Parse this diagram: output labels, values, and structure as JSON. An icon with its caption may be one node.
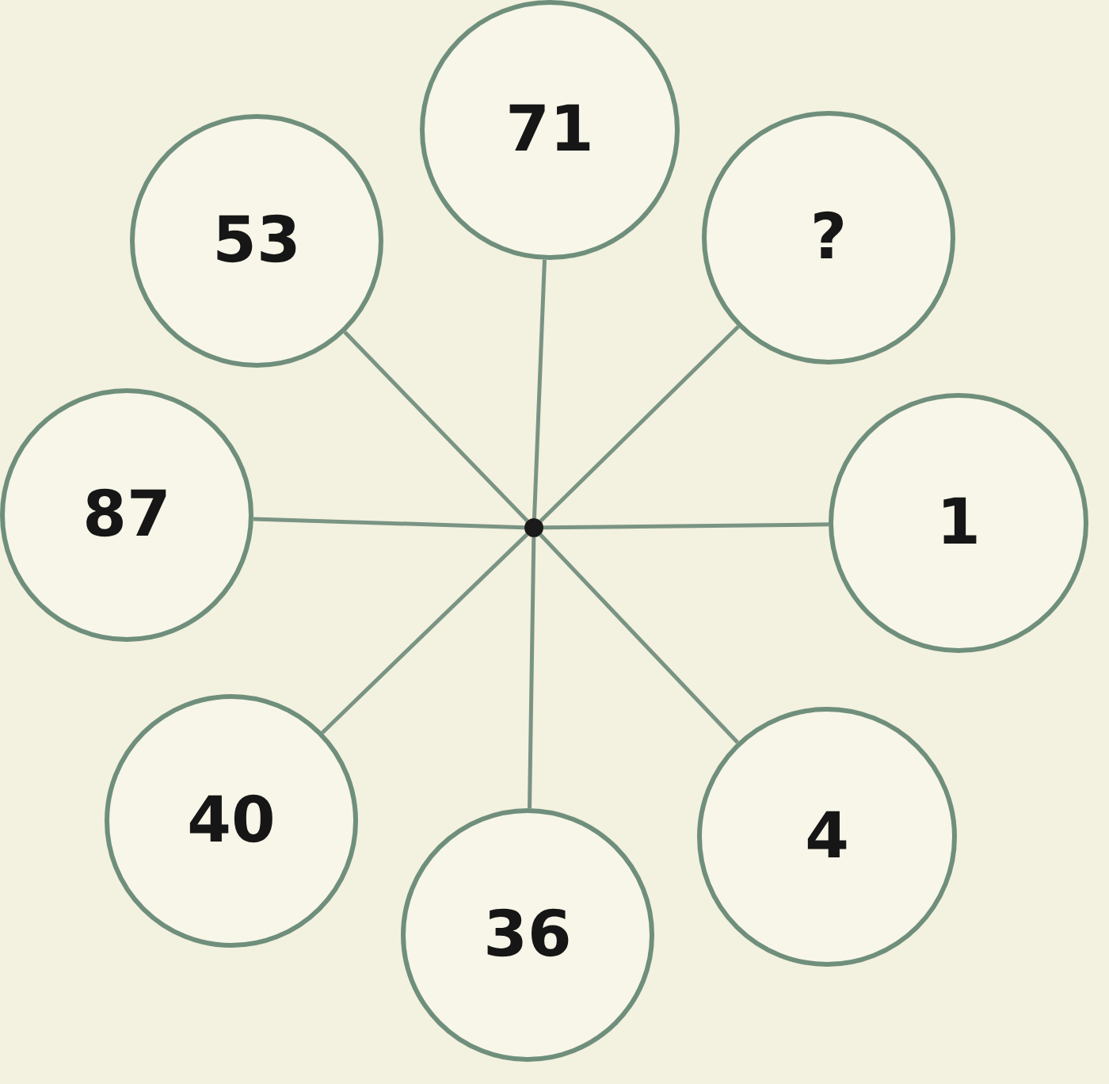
{
  "diagram": {
    "nodes": [
      {
        "text": [],
        "shape": "circle"
      },
      {
        "text": [
          "71"
        ]
      },
      {
        "text": [
          "53"
        ]
      },
      {
        "text": [
          "?"
        ]
      },
      {
        "text": [
          "87"
        ]
      },
      {
        "text": [
          "1"
        ]
      },
      {
        "text": [
          "40"
        ]
      },
      {
        "text": [
          "4"
        ]
      },
      {
        "text": [
          "36"
        ]
      }
    ],
    "edges": [
      {
        "from": 0,
        "to": 1,
        "arrow": "none"
      },
      {
        "from": 0,
        "to": 2,
        "arrow": "none"
      },
      {
        "from": 0,
        "to": 3,
        "arrow": "none"
      },
      {
        "from": 0,
        "to": 4,
        "arrow": "none"
      },
      {
        "from": 0,
        "to": 5,
        "arrow": "none"
      },
      {
        "from": 0,
        "to": 6,
        "arrow": "none"
      },
      {
        "from": 0,
        "to": 7,
        "arrow": "none"
      },
      {
        "from": 0,
        "to": 8,
        "arrow": "none"
      }
    ]
  }
}
